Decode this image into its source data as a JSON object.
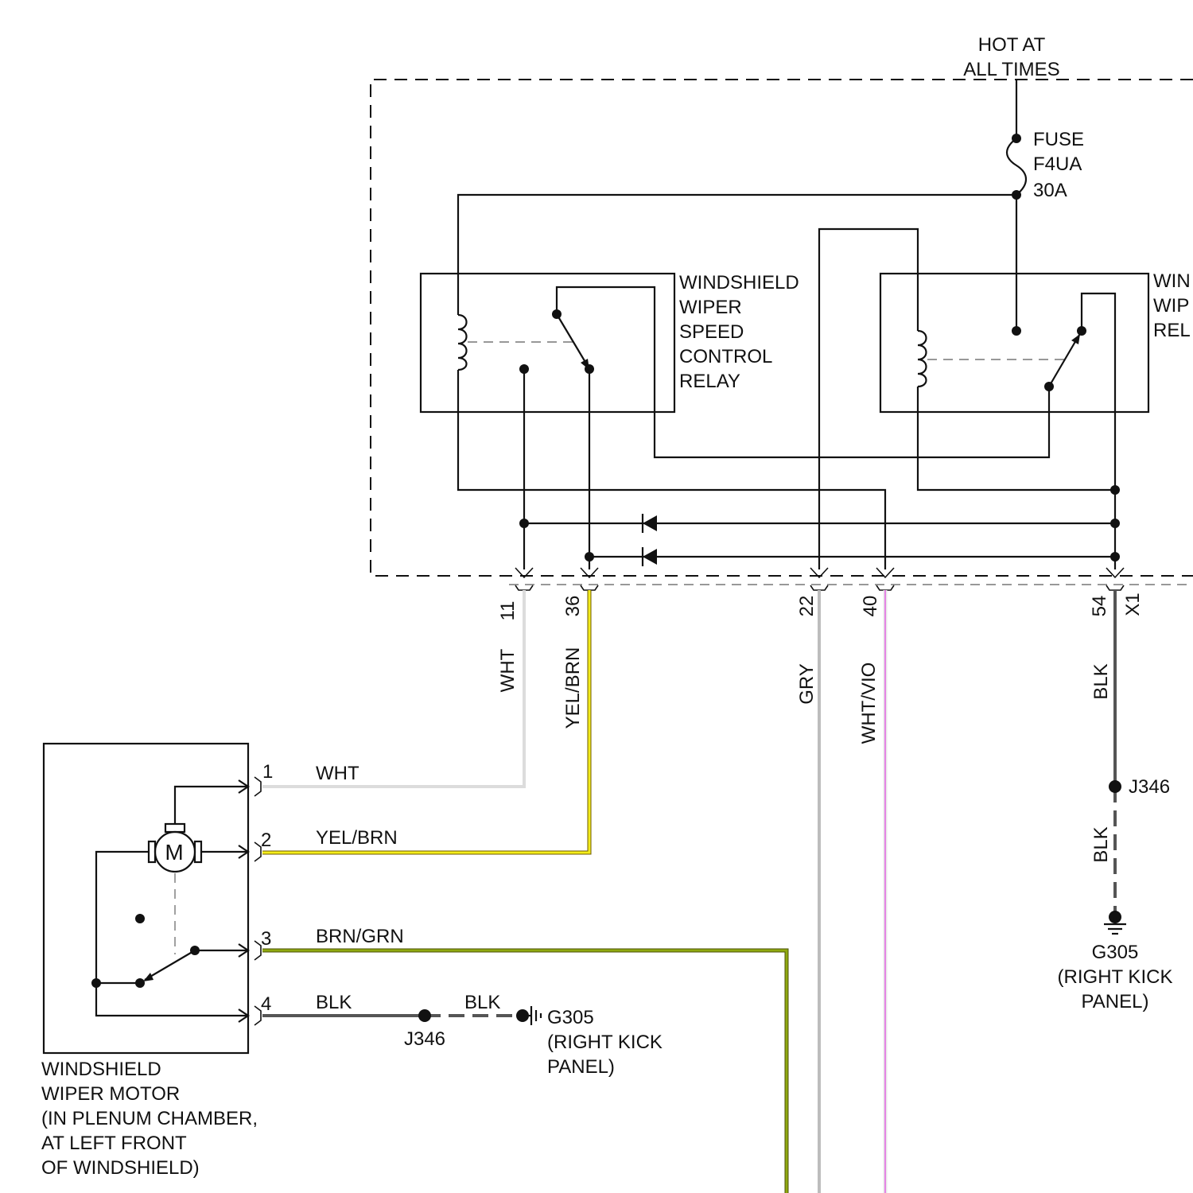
{
  "power": {
    "line1": "HOT AT",
    "line2": "ALL TIMES"
  },
  "fuse": {
    "line1": "FUSE",
    "line2": "F4UA",
    "line3": "30A"
  },
  "speed_relay": {
    "line1": "WINDSHIELD",
    "line2": "WIPER",
    "line3": "SPEED",
    "line4": "CONTROL",
    "line5": "RELAY"
  },
  "wiper_relay": {
    "line1": "WIN",
    "line2": "WIP",
    "line3": "REL"
  },
  "connector": {
    "name": "X1",
    "pins": [
      "11",
      "36",
      "22",
      "40",
      "54"
    ],
    "wire_colors": [
      "WHT",
      "YEL/BRN",
      "GRY",
      "WHT/VIO",
      "BLK"
    ]
  },
  "motor": {
    "symbol": "M",
    "pins": [
      "1",
      "2",
      "3",
      "4"
    ],
    "wire_colors": [
      "WHT",
      "YEL/BRN",
      "BRN/GRN",
      "BLK"
    ],
    "label_lines": [
      "WINDSHIELD",
      "WIPER MOTOR",
      "(IN PLENUM CHAMBER,",
      "AT LEFT FRONT",
      "OF WINDSHIELD)"
    ]
  },
  "left_ground": {
    "splice": "J346",
    "wire": "BLK",
    "ground": "G305",
    "label_lines": [
      "(RIGHT KICK",
      "PANEL)"
    ]
  },
  "right_ground": {
    "wire_upper": "BLK",
    "splice": "J346",
    "wire_lower": "BLK",
    "ground": "G305",
    "label_lines": [
      "(RIGHT KICK",
      "PANEL)"
    ]
  },
  "wire_hex": {
    "wht": "#dcdcdc",
    "yel_brn_fill": "#f4ec1a",
    "yel_brn_edge": "#6b5a00",
    "gry": "#bdbdbd",
    "wht_vio": "#e36be3",
    "blk": "#555555",
    "brn_grn_fill": "#8fa80f",
    "brn_grn_edge": "#4b5208"
  },
  "icons": [
    "motor-icon",
    "ground-icon",
    "diode-icon",
    "relay-coil-icon",
    "relay-switch-icon",
    "fuse-icon"
  ]
}
